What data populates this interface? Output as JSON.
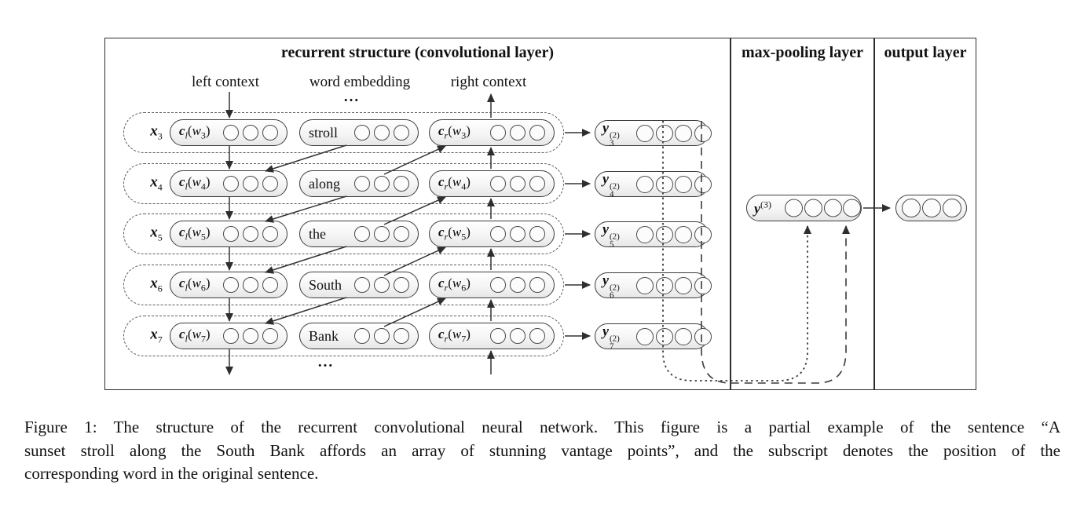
{
  "figure": {
    "title_recurrent": "recurrent structure (convolutional layer)",
    "title_maxpool": "max-pooling layer",
    "title_output": "output layer",
    "col_left": "left context",
    "col_word": "word embedding",
    "col_right": "right context",
    "ellipsis_top": "...",
    "ellipsis_bottom": "...",
    "math": {
      "x": "x",
      "c": "c",
      "y": "y",
      "w": "w",
      "sub_l": "l",
      "sub_r": "r",
      "po": "(",
      "pc": ")",
      "sup2": "(2)",
      "sup3": "(3)"
    },
    "rows": [
      {
        "sub": "3",
        "word": "stroll"
      },
      {
        "sub": "4",
        "word": "along"
      },
      {
        "sub": "5",
        "word": "the"
      },
      {
        "sub": "6",
        "word": "South"
      },
      {
        "sub": "7",
        "word": "Bank"
      }
    ],
    "colors": {
      "line": "#333333",
      "border": "#3d3d3d",
      "fill_top": "#ffffff",
      "fill_bottom": "#e7e7e7"
    }
  },
  "caption": {
    "line1": "Figure 1: The structure of the recurrent convolutional neural network. This figure is a partial example of the sentence “A",
    "line2": "sunset stroll along the South Bank affords an array of stunning vantage points”, and the subscript denotes the position of the",
    "line3": "corresponding word in the original sentence."
  }
}
